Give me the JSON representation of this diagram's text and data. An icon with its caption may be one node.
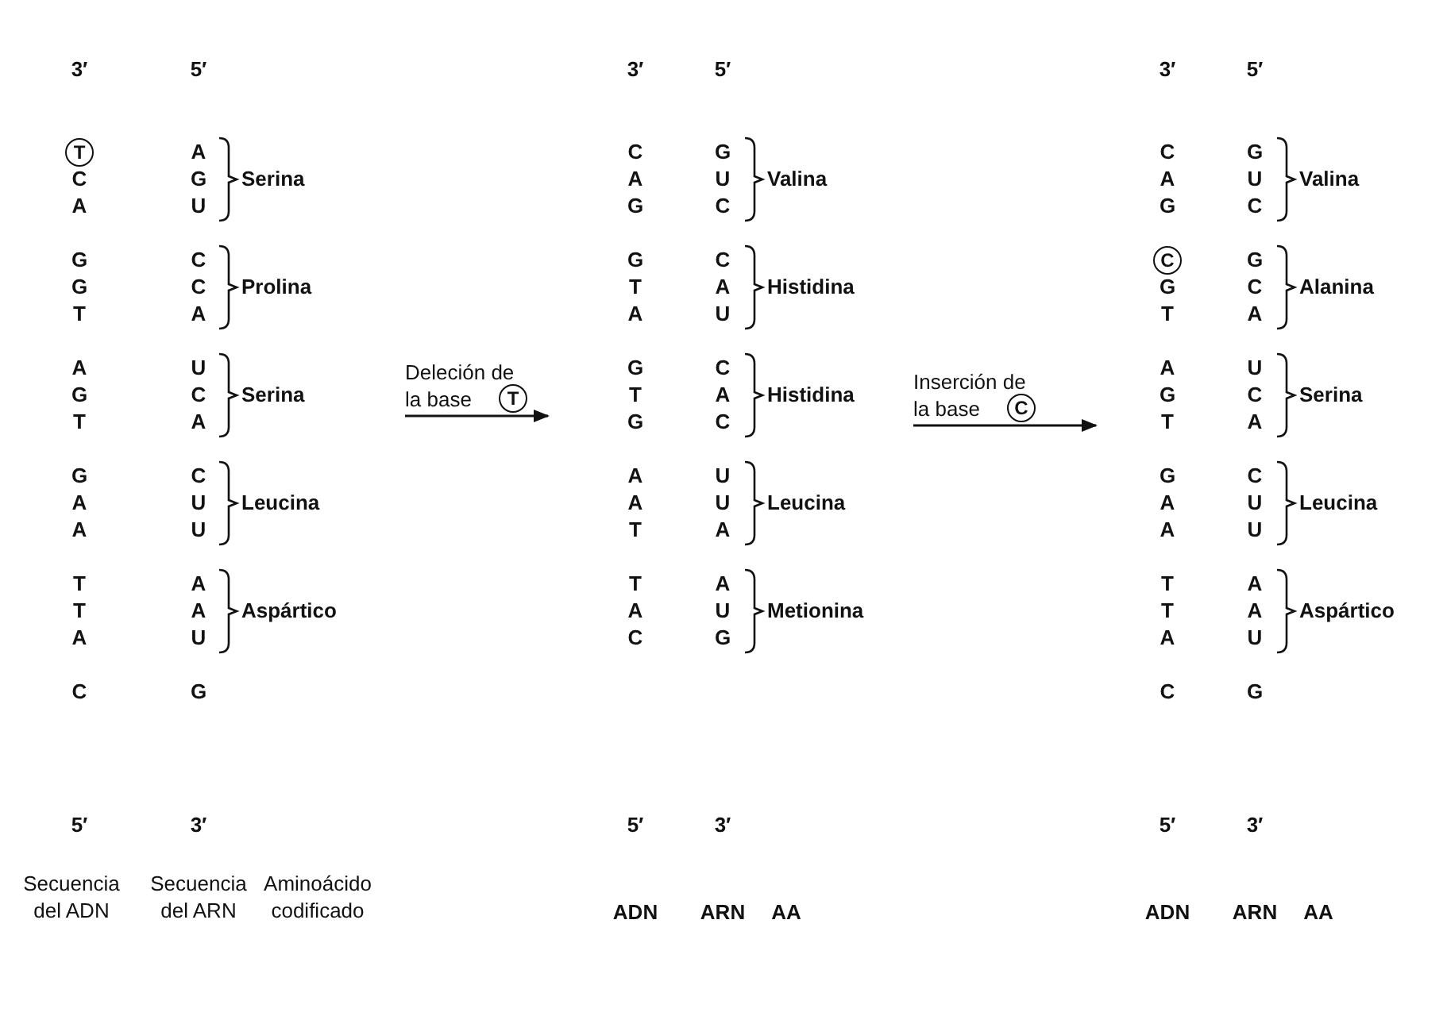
{
  "diagram": {
    "nodes": [
      {
        "text": [
          "T"
        ]
      },
      {
        "text": [
          "T"
        ]
      },
      {
        "text": [
          "C"
        ]
      },
      {
        "text": [
          "C"
        ]
      }
    ],
    "labels": [
      "3′",
      "5′",
      "C",
      "A",
      "G",
      "G",
      "T",
      "A",
      "G",
      "T",
      "G",
      "A",
      "A",
      "T",
      "T",
      "A",
      "C",
      "A",
      "G",
      "U",
      "C",
      "C",
      "A",
      "U",
      "C",
      "A",
      "C",
      "U",
      "U",
      "A",
      "A",
      "U",
      "G",
      "Serina",
      "Prolina",
      "Serina",
      "Leucina",
      "Aspártico",
      "5′",
      "3′",
      "Secuencia del ADN",
      "Secuencia del ARN",
      "Aminoácido codificado",
      "Deleción de la base",
      "3′",
      "5′",
      "C",
      "A",
      "G",
      "G",
      "T",
      "A",
      "G",
      "T",
      "G",
      "A",
      "A",
      "T",
      "T",
      "A",
      "C",
      "G",
      "U",
      "C",
      "C",
      "A",
      "U",
      "C",
      "A",
      "C",
      "U",
      "U",
      "A",
      "A",
      "U",
      "G",
      "Valina",
      "Histidina",
      "Histidina",
      "Leucina",
      "Metionina",
      "5′",
      "3′",
      "ADN",
      "ARN",
      "AA",
      "Inserción de la base",
      "3′",
      "5′",
      "C",
      "A",
      "G",
      "G",
      "T",
      "A",
      "G",
      "T",
      "G",
      "A",
      "A",
      "T",
      "T",
      "A",
      "C",
      "G",
      "U",
      "C",
      "G",
      "C",
      "A",
      "U",
      "C",
      "A",
      "C",
      "U",
      "U",
      "A",
      "A",
      "U",
      "G",
      "Valina",
      "Alanina",
      "Serina",
      "Leucina",
      "Aspártico",
      "5′",
      "3′",
      "ADN",
      "ARN",
      "AA"
    ]
  }
}
